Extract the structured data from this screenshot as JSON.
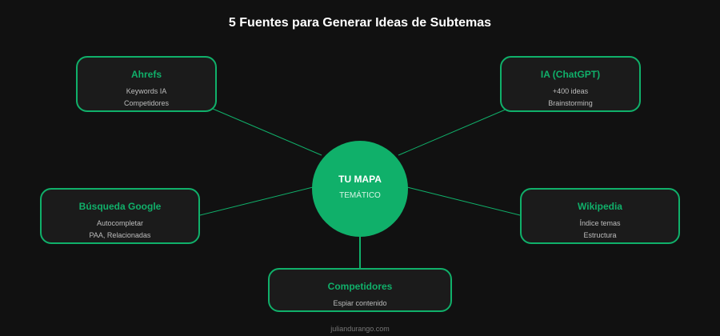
{
  "title": "5 Fuentes para Generar Ideas de Subtemas",
  "center": {
    "line1": "TU MAPA",
    "line2": "TEMÁTICO"
  },
  "nodes": [
    {
      "label": "Ahrefs",
      "lines": [
        "Keywords IA",
        "Competidores"
      ]
    },
    {
      "label": "IA (ChatGPT)",
      "lines": [
        "+400 ideas",
        "Brainstorming"
      ]
    },
    {
      "label": "Búsqueda Google",
      "lines": [
        "Autocompletar",
        "PAA, Relacionadas"
      ]
    },
    {
      "label": "Wikipedia",
      "lines": [
        "Índice temas",
        "Estructura"
      ]
    },
    {
      "label": "Competidores",
      "lines": [
        "Espiar contenido"
      ]
    }
  ],
  "footer": "juliandurango.com",
  "colors": {
    "accent": "#10b06a",
    "background": "#111111",
    "node_fill": "#1b1b1b"
  }
}
